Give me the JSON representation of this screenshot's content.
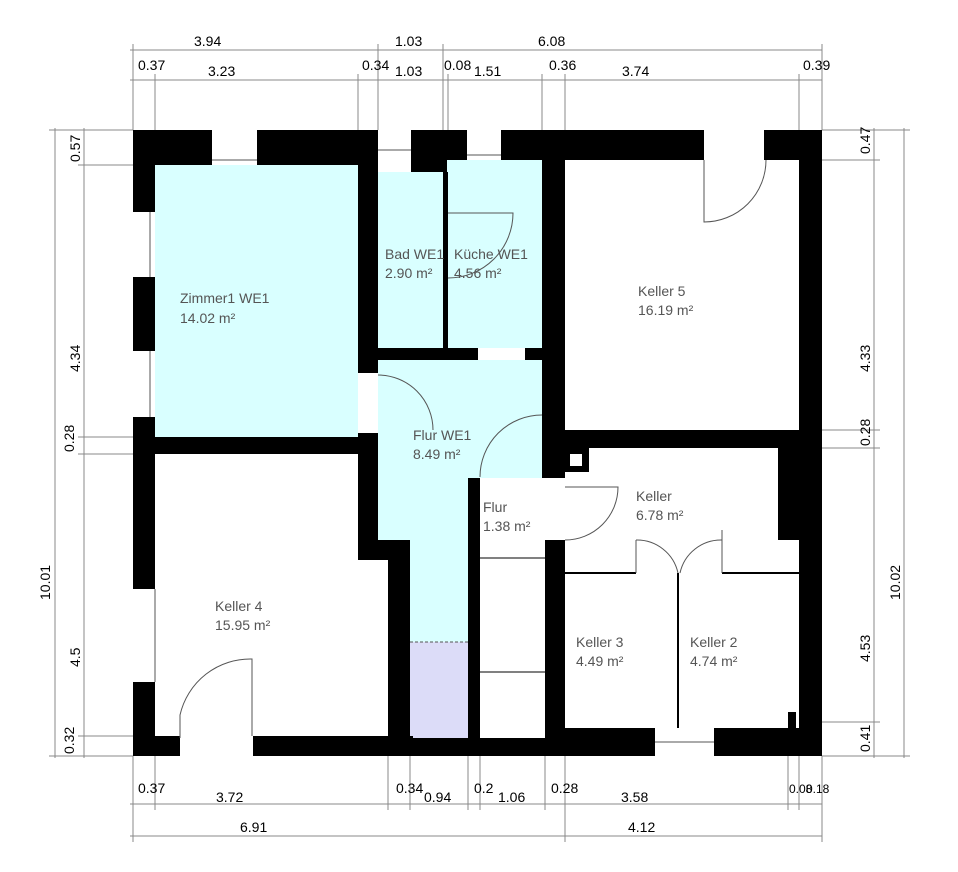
{
  "colors": {
    "wet_room": "#d9ffff",
    "stair": "#dcdcf8",
    "wall": "#000000",
    "label": "#555555",
    "dimension_line": "#888888"
  },
  "rooms": [
    {
      "id": "zimmer1",
      "name": "Zimmer1 WE1",
      "area": "14.02 m²"
    },
    {
      "id": "bad",
      "name": "Bad WE1",
      "area": "2.90 m²"
    },
    {
      "id": "kueche",
      "name": "Küche WE1",
      "area": "4.56 m²"
    },
    {
      "id": "keller5",
      "name": "Keller 5",
      "area": "16.19 m²"
    },
    {
      "id": "flur_we1",
      "name": "Flur WE1",
      "area": "8.49 m²"
    },
    {
      "id": "flur",
      "name": "Flur",
      "area": "1.38 m²"
    },
    {
      "id": "keller",
      "name": "Keller",
      "area": "6.78 m²"
    },
    {
      "id": "keller4",
      "name": "Keller 4",
      "area": "15.95 m²"
    },
    {
      "id": "keller3",
      "name": "Keller 3",
      "area": "4.49 m²"
    },
    {
      "id": "keller2",
      "name": "Keller 2",
      "area": "4.74 m²"
    }
  ],
  "dimensions": {
    "top_row1": [
      "3.94",
      "1.03",
      "6.08"
    ],
    "top_row2": [
      "0.37",
      "3.23",
      "0.34",
      "1.03",
      "0.08",
      "1.51",
      "0.36",
      "3.74",
      "0.39"
    ],
    "bottom_row1": [
      "0.37",
      "3.72",
      "0.34",
      "0.94",
      "0.2",
      "1.06",
      "0.28",
      "3.58",
      "0.08",
      "0.18"
    ],
    "bottom_row2": [
      "6.91",
      "4.12"
    ],
    "left_outer": "10.01",
    "left_inner": [
      "0.57",
      "4.34",
      "0.28",
      "4.5",
      "0.32"
    ],
    "right_outer": "10.02",
    "right_inner": [
      "0.47",
      "4.33",
      "0.28",
      "4.53",
      "0.41"
    ]
  }
}
